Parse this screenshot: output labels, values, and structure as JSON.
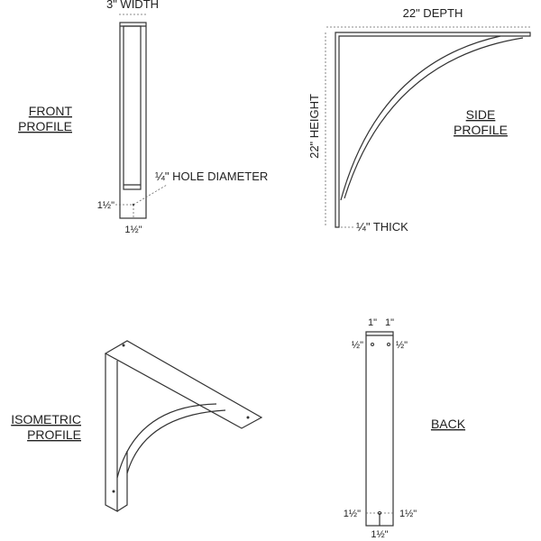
{
  "front": {
    "title_1": "FRONT",
    "title_2": "PROFILE",
    "width": "3\" WIDTH",
    "hole": "¼\" HOLE DIAMETER",
    "hole_v": "1½\"",
    "hole_h": "1½\""
  },
  "side": {
    "title_1": "SIDE",
    "title_2": "PROFILE",
    "depth": "22\" DEPTH",
    "height": "22\" HEIGHT",
    "thick": "¼\" THICK"
  },
  "iso": {
    "title_1": "ISOMETRIC",
    "title_2": "PROFILE"
  },
  "back": {
    "title": "BACK",
    "top_left": "1\"",
    "top_right": "1\"",
    "half_left": "½\"",
    "half_right": "½\"",
    "bottom_left": "1½\"",
    "bottom_right": "1½\"",
    "bottom_center": "1½\""
  }
}
